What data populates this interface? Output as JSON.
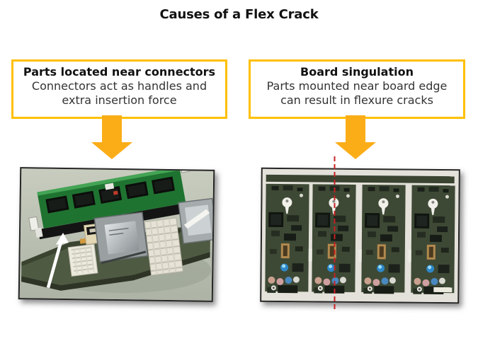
{
  "title": "Causes of a Flex Crack",
  "colors": {
    "callout_border": "#FFC000",
    "arrow": "#FBAD18",
    "cut_line": "#C82020"
  },
  "causes": [
    {
      "heading": "Parts located near connectors",
      "body_lines": [
        "Connectors act as handles and",
        "extra insertion force"
      ],
      "image_alt": "Circuit board with a memory module in an edge connector; a white arrow points to a part located near the connector"
    },
    {
      "heading": "Board singulation",
      "body_lines": [
        "Parts mounted near board edge",
        "can result in flexure cracks"
      ],
      "image_alt": "Panel of four identical circuit boards with a red dashed line marking the singulation cut at a board edge"
    }
  ]
}
